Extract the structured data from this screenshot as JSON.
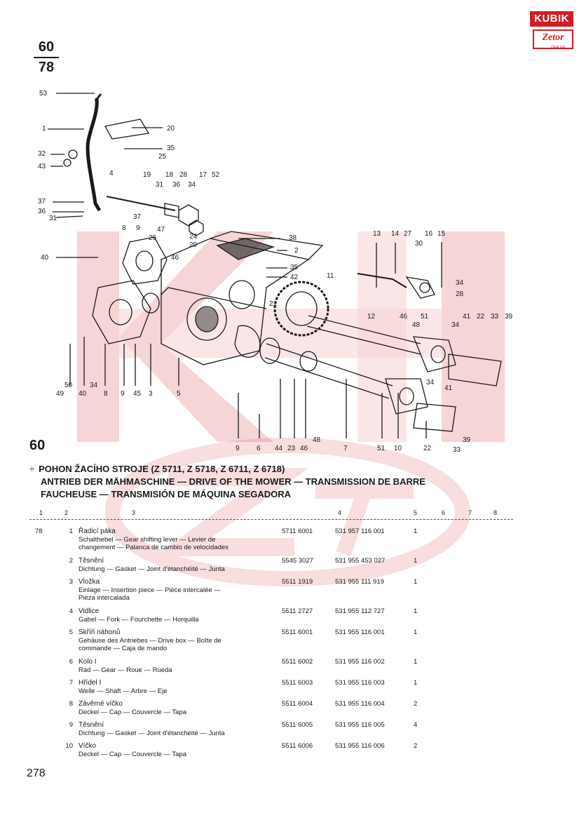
{
  "logo": {
    "brand": "KUBIK",
    "partner": "Zetor",
    "sub": "DEALER"
  },
  "page_fraction": {
    "top": "60",
    "bottom": "78"
  },
  "section_number": "60",
  "headings": {
    "marker": "÷",
    "line1": "POHON ŽACÍHO STROJE (Z 5711, Z 5718, Z 6711, Z 6718)",
    "line2": "ANTRIEB DER MÄHMASCHINE — DRIVE OF THE MOWER — TRANSMISSION DE BARRE",
    "line3": "FAUCHEUSE — TRANSMISIÓN DE MÁQUINA SEGADORA"
  },
  "column_headers": [
    "1",
    "2",
    "3",
    "4",
    "5",
    "6",
    "7",
    "8"
  ],
  "group_number": "78",
  "rows": [
    {
      "item": "1",
      "name": "Řadicí páka",
      "desc": [
        "Schalthebel — Gear shifting lever — Levier de",
        "changement — Palanca de cambio de velocidades"
      ],
      "part1": "5711 6001",
      "part2": "531 957 116 001",
      "qty": "1"
    },
    {
      "item": "2",
      "name": "Těsnění",
      "desc": [
        "Dichtung — Gasket — Joint d'étanchéité — Junta"
      ],
      "part1": "5545 3027",
      "part2": "531 955 453 027",
      "qty": "1"
    },
    {
      "item": "3",
      "name": "Vložka",
      "desc": [
        "Einlage — Insertion piece — Pièce intercalée —",
        "Pieza intercalada"
      ],
      "part1": "5511 1919",
      "part2": "531 955 111 919",
      "qty": "1"
    },
    {
      "item": "4",
      "name": "Vidlice",
      "desc": [
        "Gabel — Fork — Fourchette — Horquilla"
      ],
      "part1": "5511 2727",
      "part2": "531 955 112 727",
      "qty": "1"
    },
    {
      "item": "5",
      "name": "Skříň náhonů",
      "desc": [
        "Gehäuse des Antriebes — Drive box — Boîte de",
        "commande — Caja de mando"
      ],
      "part1": "5511 6001",
      "part2": "531 955 116 001",
      "qty": "1"
    },
    {
      "item": "6",
      "name": "Kolo I",
      "desc": [
        "Rad — Gear — Roue — Rueda"
      ],
      "part1": "5511 6002",
      "part2": "531 955 116 002",
      "qty": "1"
    },
    {
      "item": "7",
      "name": "Hřídel I",
      "desc": [
        "Welle — Shaft — Arbre — Eje"
      ],
      "part1": "5511 6003",
      "part2": "531 955 116 003",
      "qty": "1"
    },
    {
      "item": "8",
      "name": "Závěrné víčko",
      "desc": [
        "Deckel — Cap — Couvercle — Tapa"
      ],
      "part1": "5511 6004",
      "part2": "531 955 116 004",
      "qty": "2"
    },
    {
      "item": "9",
      "name": "Těsnění",
      "desc": [
        "Dichtung — Gasket — Joint d'étanchéité — Junta"
      ],
      "part1": "5511 6005",
      "part2": "531 955 116 005",
      "qty": "4"
    },
    {
      "item": "10",
      "name": "Víčko",
      "desc": [
        "Deckel — Cap — Couvercle — Tapa"
      ],
      "part1": "5511 6006",
      "part2": "531 955 116 006",
      "qty": "2"
    }
  ],
  "diagram_callouts": [
    "53",
    "1",
    "20",
    "35",
    "25",
    "32",
    "43",
    "4",
    "19",
    "18",
    "28",
    "17",
    "52",
    "31",
    "36",
    "34",
    "37",
    "36",
    "31",
    "37",
    "47",
    "8",
    "9",
    "26",
    "24",
    "29",
    "40",
    "46",
    "38",
    "2",
    "35",
    "42",
    "11",
    "21",
    "13",
    "14",
    "27",
    "16",
    "15",
    "30",
    "34",
    "28",
    "12",
    "46",
    "51",
    "48",
    "41",
    "22",
    "33",
    "39",
    "34",
    "50",
    "34",
    "49",
    "40",
    "8",
    "9",
    "45",
    "3",
    "5",
    "34",
    "41",
    "9",
    "6",
    "44",
    "23",
    "46",
    "48",
    "7",
    "51",
    "10",
    "22",
    "39",
    "33"
  ],
  "page_number": "278"
}
